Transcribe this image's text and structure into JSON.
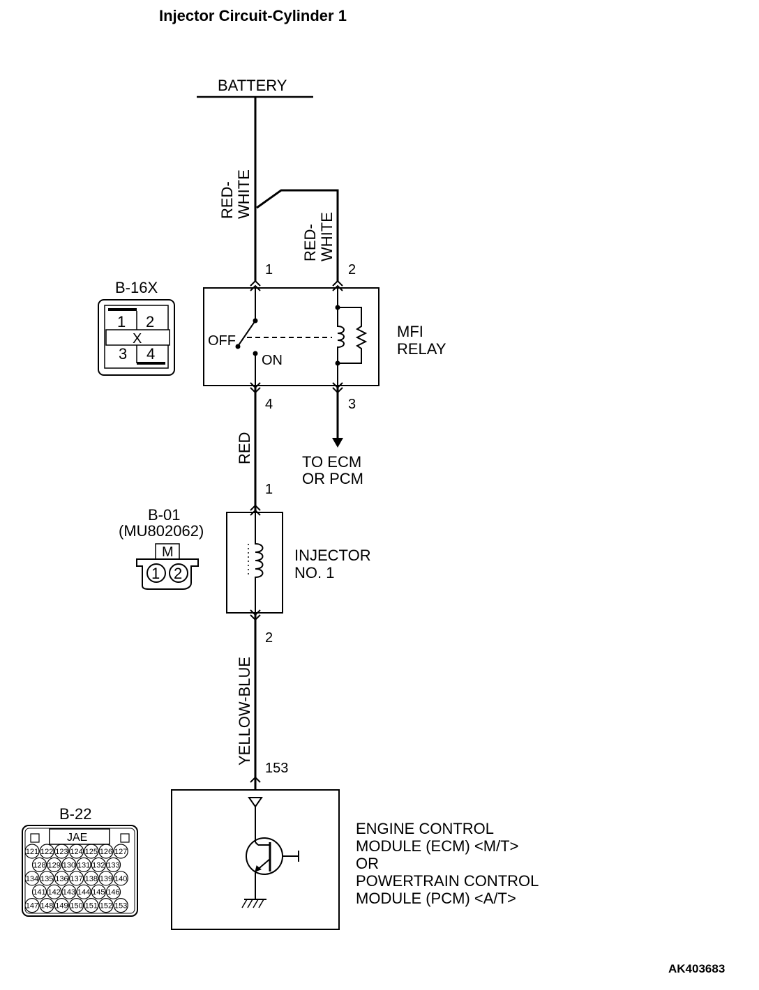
{
  "title": "Injector Circuit-Cylinder 1",
  "battery_label": "BATTERY",
  "wires": {
    "battery_to_relay_1": "RED-\nWHITE",
    "battery_to_relay_2": "RED-\nWHITE",
    "relay_to_injector": "RED",
    "injector_to_ecm": "YELLOW-BLUE"
  },
  "relay": {
    "name": "MFI\nRELAY",
    "switch_off": "OFF",
    "switch_on": "ON",
    "pins": {
      "p1": "1",
      "p2": "2",
      "p3": "3",
      "p4": "4"
    },
    "to_ecm": "TO ECM\nOR PCM"
  },
  "connector_b16x": {
    "label": "B-16X",
    "cells": [
      "1",
      "2",
      "X",
      "3",
      "4"
    ]
  },
  "injector": {
    "name": "INJECTOR\nNO. 1",
    "pin_in": "1",
    "pin_out": "2"
  },
  "connector_b01": {
    "label": "B-01",
    "part": "(MU802062)",
    "key": "M",
    "pins": [
      "1",
      "2"
    ]
  },
  "ecm": {
    "pin": "153",
    "name": "ENGINE CONTROL\nMODULE (ECM) <M/T>\nOR\nPOWERTRAIN CONTROL\nMODULE (PCM) <A/T>"
  },
  "connector_b22": {
    "label": "B-22",
    "maker": "JAE",
    "rows": [
      [
        "121",
        "122",
        "123",
        "124",
        "125",
        "126",
        "127"
      ],
      [
        "128",
        "129",
        "130",
        "131",
        "132",
        "133"
      ],
      [
        "134",
        "135",
        "136",
        "137",
        "138",
        "139",
        "140"
      ],
      [
        "141",
        "142",
        "143",
        "144",
        "145",
        "146"
      ],
      [
        "147",
        "148",
        "149",
        "150",
        "151",
        "152",
        "153"
      ]
    ]
  },
  "ref_code": "AK403683"
}
